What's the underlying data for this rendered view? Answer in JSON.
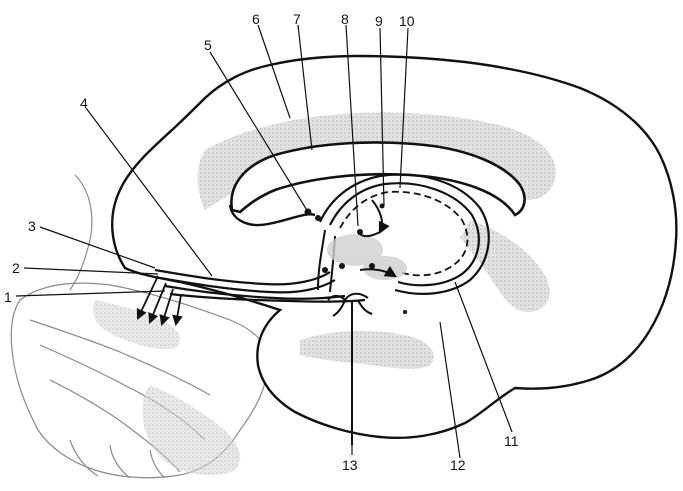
{
  "labels": {
    "l1": "1",
    "l2": "2",
    "l3": "3",
    "l4": "4",
    "l5": "5",
    "l6": "6",
    "l7": "7",
    "l8": "8",
    "l9": "9",
    "l10": "10",
    "l11": "11",
    "l12": "12",
    "l13": "13"
  },
  "colors": {
    "ink": "#111111",
    "shade": "#bdbdbd",
    "paper": "#ffffff"
  }
}
